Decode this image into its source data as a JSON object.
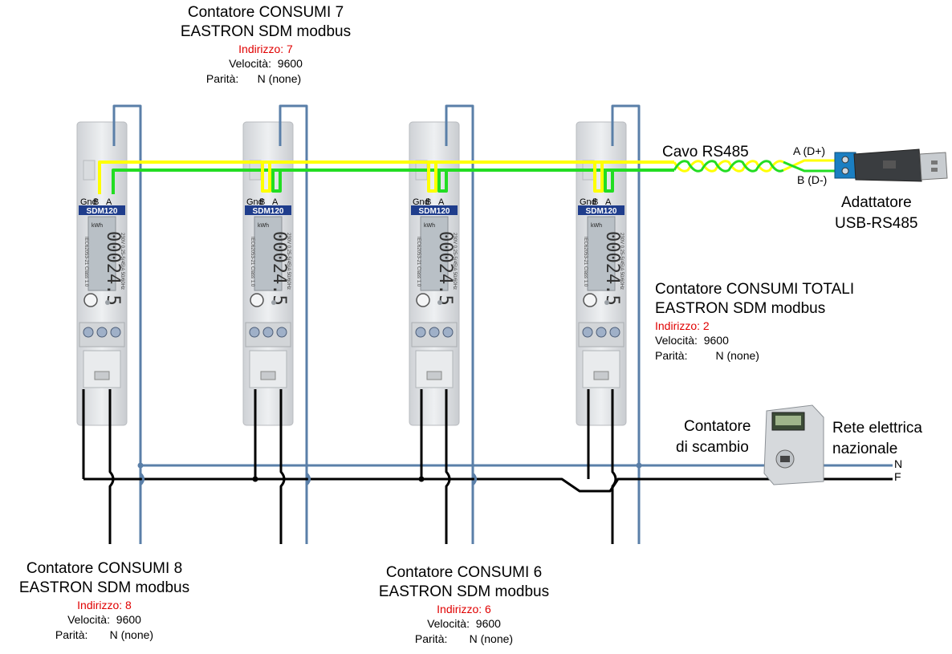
{
  "meters": [
    {
      "id": "m8",
      "title1": "Contatore CONSUMI 8",
      "title2": "EASTRON SDM modbus",
      "address": "Indirizzo: 8",
      "speed_label": "Velocità:",
      "speed": "9600",
      "parity_label": "Parità:",
      "parity": "N (none)"
    },
    {
      "id": "m7",
      "title1": "Contatore CONSUMI 7",
      "title2": "EASTRON SDM modbus",
      "address": "Indirizzo: 7",
      "speed_label": "Velocità:",
      "speed": "9600",
      "parity_label": "Parità:",
      "parity": "N (none)"
    },
    {
      "id": "m6",
      "title1": "Contatore CONSUMI 6",
      "title2": "EASTRON SDM modbus",
      "address": "Indirizzo: 6",
      "speed_label": "Velocità:",
      "speed": "9600",
      "parity_label": "Parità:",
      "parity": "N (none)"
    },
    {
      "id": "m2",
      "title1": "Contatore CONSUMI TOTALI",
      "title2": "EASTRON SDM modbus",
      "address": "Indirizzo: 2",
      "speed_label": "Velocità:",
      "speed": "9600",
      "parity_label": "Parità:",
      "parity": "N (none)"
    }
  ],
  "device": {
    "model": "SDM120",
    "terminal_labels": [
      "Gnd",
      "B",
      "A"
    ],
    "reading": "00024.5",
    "unit": "kWh",
    "side_text_left": "IEC62053-21 Class 1.0",
    "side_text_right": "230V 0.25-5(45)A 50/60Hz"
  },
  "cable": {
    "label": "Cavo RS485",
    "a_label": "A (D+)",
    "b_label": "B (D-)"
  },
  "adapter": {
    "label_line1": "Adattatore",
    "label_line2": "USB-RS485"
  },
  "exchange_meter": {
    "label_line1": "Contatore",
    "label_line2": "di scambio"
  },
  "grid": {
    "label_line1": "Rete elettrica",
    "label_line2": "nazionale",
    "n_label": "N",
    "f_label": "F"
  },
  "colors": {
    "rs485_a": "#ffff00",
    "rs485_b": "#22dd22",
    "neutral": "#5a7fa8",
    "phase": "#000000",
    "address": "#e00000"
  }
}
